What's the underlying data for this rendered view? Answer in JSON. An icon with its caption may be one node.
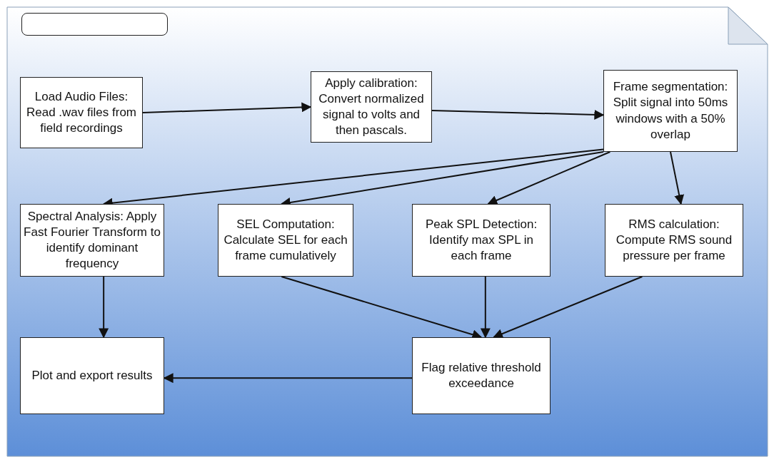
{
  "diagram": {
    "nodes": [
      {
        "text": [],
        "shape": "box"
      },
      {
        "text": [
          "Load Audio Files: Read .wav files from field recordings"
        ]
      },
      {
        "text": [
          "Apply calibration: Convert normalized signal to volts and then pascals."
        ]
      },
      {
        "text": [
          "Frame segmentation: Split signal into 50ms windows with a 50% overlap"
        ]
      },
      {
        "text": [
          "Spectral Analysis: Apply Fast Fourier Transform to identify dominant frequency"
        ]
      },
      {
        "text": [
          "SEL Computation: Calculate SEL for each frame cumulatively"
        ]
      },
      {
        "text": [
          "Peak SPL Detection: Identify max SPL in each frame"
        ]
      },
      {
        "text": [
          "RMS calculation: Compute RMS sound pressure per frame"
        ]
      },
      {
        "text": [
          "Plot and export results"
        ]
      },
      {
        "text": [
          "Flag relative threshold exceedance"
        ]
      }
    ],
    "edges": [
      {
        "from": 1,
        "to": 2,
        "arrow": "to"
      },
      {
        "from": 2,
        "to": 3,
        "arrow": "to"
      },
      {
        "from": 3,
        "to": 4,
        "arrow": "to"
      },
      {
        "from": 3,
        "to": 5,
        "arrow": "to"
      },
      {
        "from": 3,
        "to": 6,
        "arrow": "to"
      },
      {
        "from": 3,
        "to": 7,
        "arrow": "to"
      },
      {
        "from": 4,
        "to": 8,
        "arrow": "to"
      },
      {
        "from": 5,
        "to": 9,
        "arrow": "to"
      },
      {
        "from": 6,
        "to": 9,
        "arrow": "to"
      },
      {
        "from": 7,
        "to": 9,
        "arrow": "to"
      },
      {
        "from": 9,
        "to": 8,
        "arrow": "to"
      }
    ]
  }
}
